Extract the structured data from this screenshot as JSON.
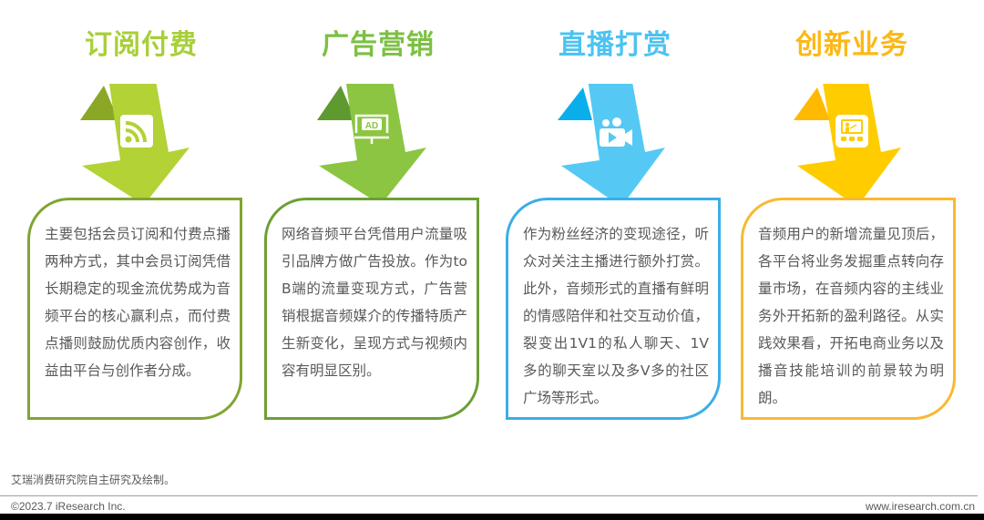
{
  "columns": [
    {
      "title": "订阅付费",
      "icon": "rss-icon",
      "colors": {
        "title": "#a8cf38",
        "arrow_main": "#b2d235",
        "arrow_fold": "#8aa726",
        "border": "#7fa532"
      },
      "text": "主要包括会员订阅和付费点播两种方式，其中会员订阅凭借长期稳定的现金流优势成为音频平台的核心赢利点，而付费点播则鼓励优质内容创作，收益由平台与创作者分成。"
    },
    {
      "title": "广告营销",
      "icon": "ad-billboard-icon",
      "colors": {
        "title": "#7cc043",
        "arrow_main": "#8bc541",
        "arrow_fold": "#5f9a31",
        "border": "#6c9f34"
      },
      "text": "网络音频平台凭借用户流量吸引品牌方做广告投放。作为to B端的流量变现方式，广告营销根据音频媒介的传播特质产生新变化，呈现方式与视频内容有明显区别。"
    },
    {
      "title": "直播打赏",
      "icon": "video-camera-icon",
      "colors": {
        "title": "#4cc3f0",
        "arrow_main": "#55c9f4",
        "arrow_fold": "#0aaeea",
        "border": "#3aaee8"
      },
      "text": "作为粉丝经济的变现途径，听众对关注主播进行额外打赏。此外，音频形式的直播有鲜明的情感陪伴和社交互动价值，裂变出1V1的私人聊天、1V多的聊天室以及多V多的社区广场等形式。"
    },
    {
      "title": "创新业务",
      "icon": "training-presentation-icon",
      "colors": {
        "title": "#fcb814",
        "arrow_main": "#ffcc00",
        "arrow_fold": "#ffb900",
        "border": "#f8b932"
      },
      "text": "音频用户的新增流量见顶后，各平台将业务发掘重点转向存量市场，在音频内容的主线业务外开拓新的盈利路径。从实践效果看，开拓电商业务以及播音技能培训的前景较为明朗。"
    }
  ],
  "footer": {
    "source": "艾瑞消费研究院自主研究及绘制。",
    "copyright": "©2023.7 iResearch Inc.",
    "website": "www.iresearch.com.cn"
  }
}
